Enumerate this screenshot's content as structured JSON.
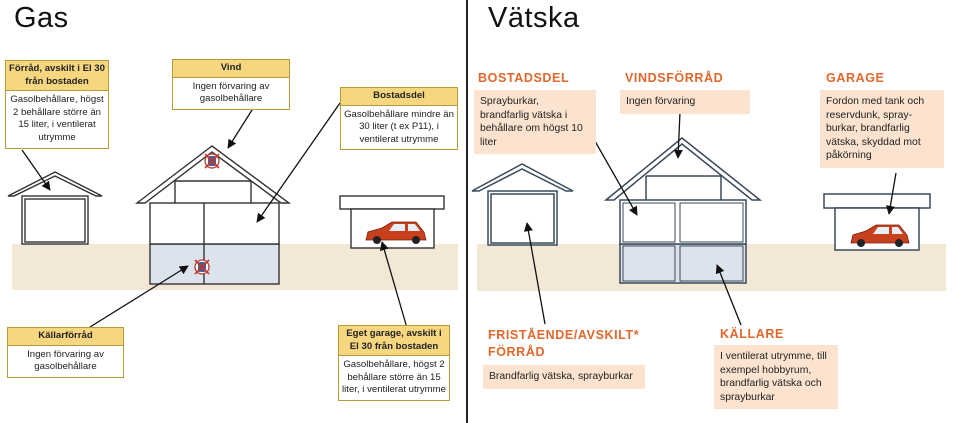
{
  "gas": {
    "title": "Gas",
    "forrad": {
      "header": "Förråd, avskilt i El 30 från bostaden",
      "body": "Gasolbehållare, högst 2 behållare större än 15 liter, i ventilerat utrymme"
    },
    "vind": {
      "header": "Vind",
      "body": "Ingen förvaring av gasolbehållare"
    },
    "bostadsdel": {
      "header": "Bostadsdel",
      "body": "Gasolbehållare mindre än 30 liter (t ex P11), i ventilerat utrymme"
    },
    "kallarforrad": {
      "header": "Källarförråd",
      "body": "Ingen förvaring av gasolbehållare"
    },
    "garage": {
      "header": "Eget garage, avskilt i El 30 från bostaden",
      "body": "Gasolbehållare, högst 2 behållare större än 15 liter, i ventilerat utrymme"
    }
  },
  "liquid": {
    "title": "Vätska",
    "bostadsdel": {
      "heading": "BOSTADSDEL",
      "body": "Sprayburkar, brandfarlig vätska i behållare om högst 10 liter"
    },
    "vindsforrad": {
      "heading": "VINDSFÖRRÅD",
      "body": "Ingen förvaring"
    },
    "garage": {
      "heading": "GARAGE",
      "body": "Fordon med tank och reservdunk, spray-burkar, brandfarlig vätska, skyddad mot påkörning"
    },
    "fristaende": {
      "heading": "FRISTÅENDE/AVSKILT* FÖRRÅD",
      "body": "Brandfarlig vätska, sprayburkar"
    },
    "kallare": {
      "heading": "KÄLLARE",
      "body": "I ventilerat utrymme, till exempel hobbyrum, brandfarlig vätska och sprayburkar"
    }
  },
  "colors": {
    "ground": "#f2e8d5",
    "basement": "#dde3ec",
    "car": "#c8401e",
    "gas_header": "#f6d67e",
    "liquid_heading": "#e2672b",
    "liquid_box": "#fbe3cf"
  },
  "icons": [
    "no-storage-icon",
    "car-icon"
  ]
}
